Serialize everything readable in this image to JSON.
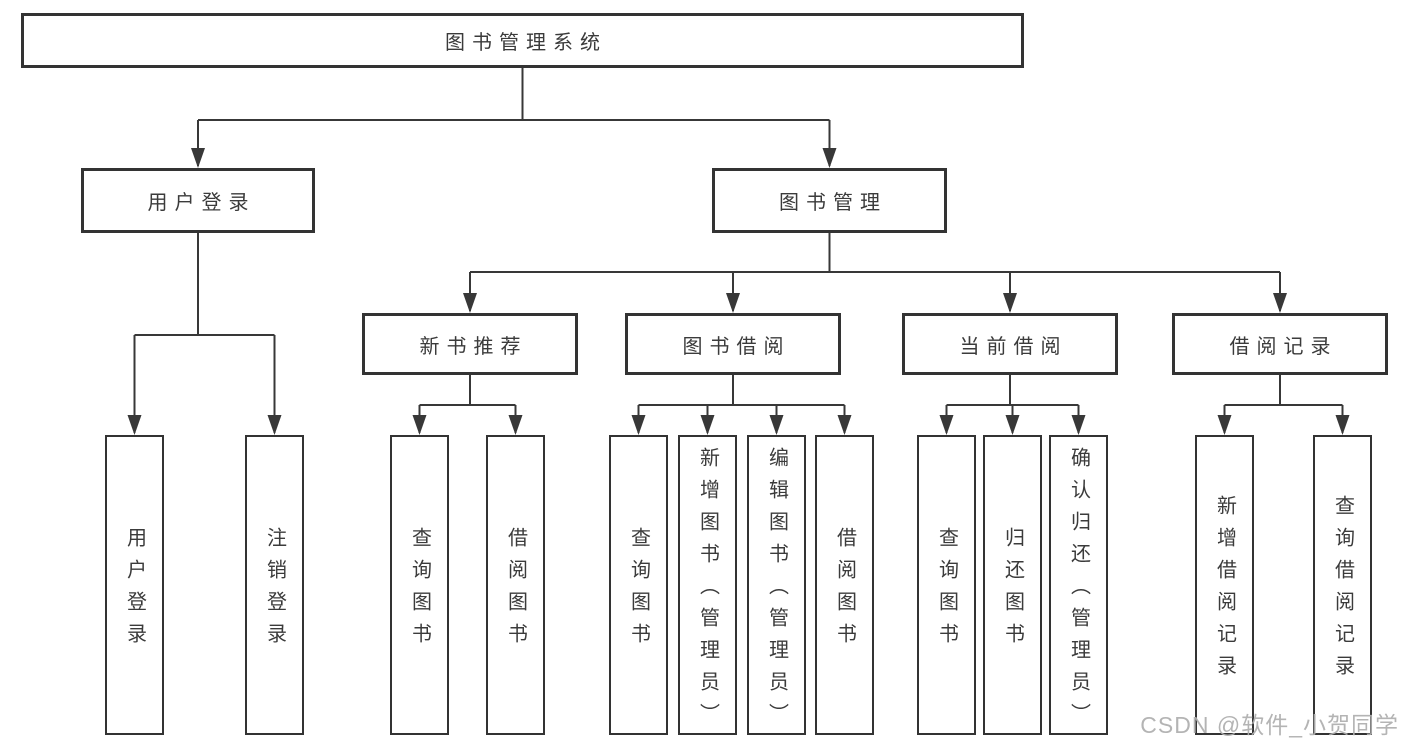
{
  "colors": {
    "line": "#383838",
    "box_border": "#333333",
    "text": "#3b3b3b",
    "watermark": "#aeaeae",
    "background": "#ffffff"
  },
  "tree": {
    "root": "图书管理系统",
    "user_login": {
      "label": "用户登录",
      "children": [
        "用户登录",
        "注销登录"
      ]
    },
    "book_management": {
      "label": "图书管理",
      "sections": [
        {
          "label": "新书推荐",
          "children": [
            "查询图书",
            "借阅图书"
          ]
        },
        {
          "label": "图书借阅",
          "children": [
            "查询图书",
            "新增图书（管理员）",
            "编辑图书（管理员）",
            "借阅图书"
          ]
        },
        {
          "label": "当前借阅",
          "children": [
            "查询图书",
            "归还图书",
            "确认归还（管理员）"
          ]
        },
        {
          "label": "借阅记录",
          "children": [
            "新增借阅记录",
            "查询借阅记录"
          ]
        }
      ]
    }
  },
  "watermark": {
    "text": "CSDN @软件_小贺同学"
  }
}
